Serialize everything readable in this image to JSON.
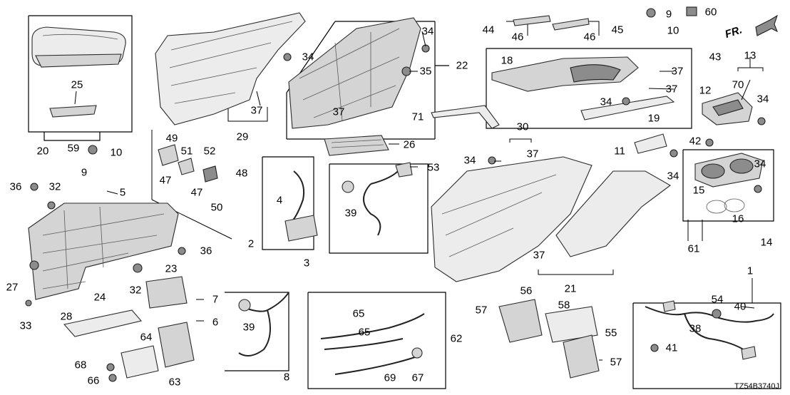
{
  "diagram_code": "TZ54B3740J",
  "direction_label": "FR.",
  "callouts": [
    {
      "id": "c1",
      "text": "1"
    },
    {
      "id": "c2",
      "text": "2"
    },
    {
      "id": "c3",
      "text": "3"
    },
    {
      "id": "c4",
      "text": "4"
    },
    {
      "id": "c5",
      "text": "5"
    },
    {
      "id": "c6",
      "text": "6"
    },
    {
      "id": "c7",
      "text": "7"
    },
    {
      "id": "c8",
      "text": "8"
    },
    {
      "id": "c9a",
      "text": "9"
    },
    {
      "id": "c9b",
      "text": "9"
    },
    {
      "id": "c10a",
      "text": "10"
    },
    {
      "id": "c10b",
      "text": "10"
    },
    {
      "id": "c11",
      "text": "11"
    },
    {
      "id": "c12",
      "text": "12"
    },
    {
      "id": "c13",
      "text": "13"
    },
    {
      "id": "c14",
      "text": "14"
    },
    {
      "id": "c15",
      "text": "15"
    },
    {
      "id": "c16",
      "text": "16"
    },
    {
      "id": "c18",
      "text": "18"
    },
    {
      "id": "c19",
      "text": "19"
    },
    {
      "id": "c20",
      "text": "20"
    },
    {
      "id": "c21",
      "text": "21"
    },
    {
      "id": "c22",
      "text": "22"
    },
    {
      "id": "c23",
      "text": "23"
    },
    {
      "id": "c24",
      "text": "24"
    },
    {
      "id": "c25",
      "text": "25"
    },
    {
      "id": "c26",
      "text": "26"
    },
    {
      "id": "c27",
      "text": "27"
    },
    {
      "id": "c28",
      "text": "28"
    },
    {
      "id": "c29",
      "text": "29"
    },
    {
      "id": "c30",
      "text": "30"
    },
    {
      "id": "c32a",
      "text": "32"
    },
    {
      "id": "c32b",
      "text": "32"
    },
    {
      "id": "c33",
      "text": "33"
    },
    {
      "id": "c34a",
      "text": "34"
    },
    {
      "id": "c34b",
      "text": "34"
    },
    {
      "id": "c34c",
      "text": "34"
    },
    {
      "id": "c34d",
      "text": "34"
    },
    {
      "id": "c34e",
      "text": "34"
    },
    {
      "id": "c34f",
      "text": "34"
    },
    {
      "id": "c34g",
      "text": "34"
    },
    {
      "id": "c35",
      "text": "35"
    },
    {
      "id": "c36a",
      "text": "36"
    },
    {
      "id": "c36b",
      "text": "36"
    },
    {
      "id": "c37a",
      "text": "37"
    },
    {
      "id": "c37b",
      "text": "37"
    },
    {
      "id": "c37c",
      "text": "37"
    },
    {
      "id": "c37d",
      "text": "37"
    },
    {
      "id": "c37e",
      "text": "37"
    },
    {
      "id": "c37f",
      "text": "37"
    },
    {
      "id": "c38",
      "text": "38"
    },
    {
      "id": "c39a",
      "text": "39"
    },
    {
      "id": "c39b",
      "text": "39"
    },
    {
      "id": "c40",
      "text": "40"
    },
    {
      "id": "c41",
      "text": "41"
    },
    {
      "id": "c42",
      "text": "42"
    },
    {
      "id": "c43",
      "text": "43"
    },
    {
      "id": "c44",
      "text": "44"
    },
    {
      "id": "c45",
      "text": "45"
    },
    {
      "id": "c46a",
      "text": "46"
    },
    {
      "id": "c46b",
      "text": "46"
    },
    {
      "id": "c47a",
      "text": "47"
    },
    {
      "id": "c47b",
      "text": "47"
    },
    {
      "id": "c48",
      "text": "48"
    },
    {
      "id": "c49",
      "text": "49"
    },
    {
      "id": "c50",
      "text": "50"
    },
    {
      "id": "c51",
      "text": "51"
    },
    {
      "id": "c52",
      "text": "52"
    },
    {
      "id": "c53",
      "text": "53"
    },
    {
      "id": "c54",
      "text": "54"
    },
    {
      "id": "c55",
      "text": "55"
    },
    {
      "id": "c56",
      "text": "56"
    },
    {
      "id": "c57a",
      "text": "57"
    },
    {
      "id": "c57b",
      "text": "57"
    },
    {
      "id": "c58",
      "text": "58"
    },
    {
      "id": "c59",
      "text": "59"
    },
    {
      "id": "c60",
      "text": "60"
    },
    {
      "id": "c61",
      "text": "61"
    },
    {
      "id": "c62",
      "text": "62"
    },
    {
      "id": "c63",
      "text": "63"
    },
    {
      "id": "c64",
      "text": "64"
    },
    {
      "id": "c65a",
      "text": "65"
    },
    {
      "id": "c65b",
      "text": "65"
    },
    {
      "id": "c66",
      "text": "66"
    },
    {
      "id": "c67",
      "text": "67"
    },
    {
      "id": "c68",
      "text": "68"
    },
    {
      "id": "c69",
      "text": "69"
    },
    {
      "id": "c70",
      "text": "70"
    },
    {
      "id": "c71",
      "text": "71"
    }
  ]
}
